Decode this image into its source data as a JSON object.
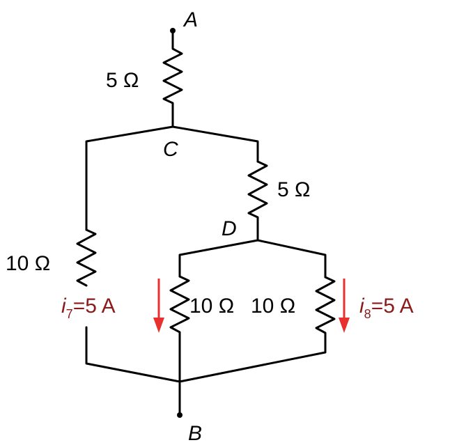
{
  "nodes": {
    "a": "A",
    "b": "B",
    "c": "C",
    "d": "D"
  },
  "resistors": {
    "r_top": "5 Ω",
    "r_cd": "5 Ω",
    "r_left": "10 Ω",
    "r_mid": "10 Ω",
    "r_right": "10 Ω"
  },
  "currents": {
    "i7": {
      "symbol": "i",
      "sub": "7",
      "value": "=5 A"
    },
    "i8": {
      "symbol": "i",
      "sub": "8",
      "value": "=5 A"
    }
  },
  "colors": {
    "wire": "#000000",
    "arrow": "#e8312f",
    "current_text": "#8b1a1a"
  }
}
